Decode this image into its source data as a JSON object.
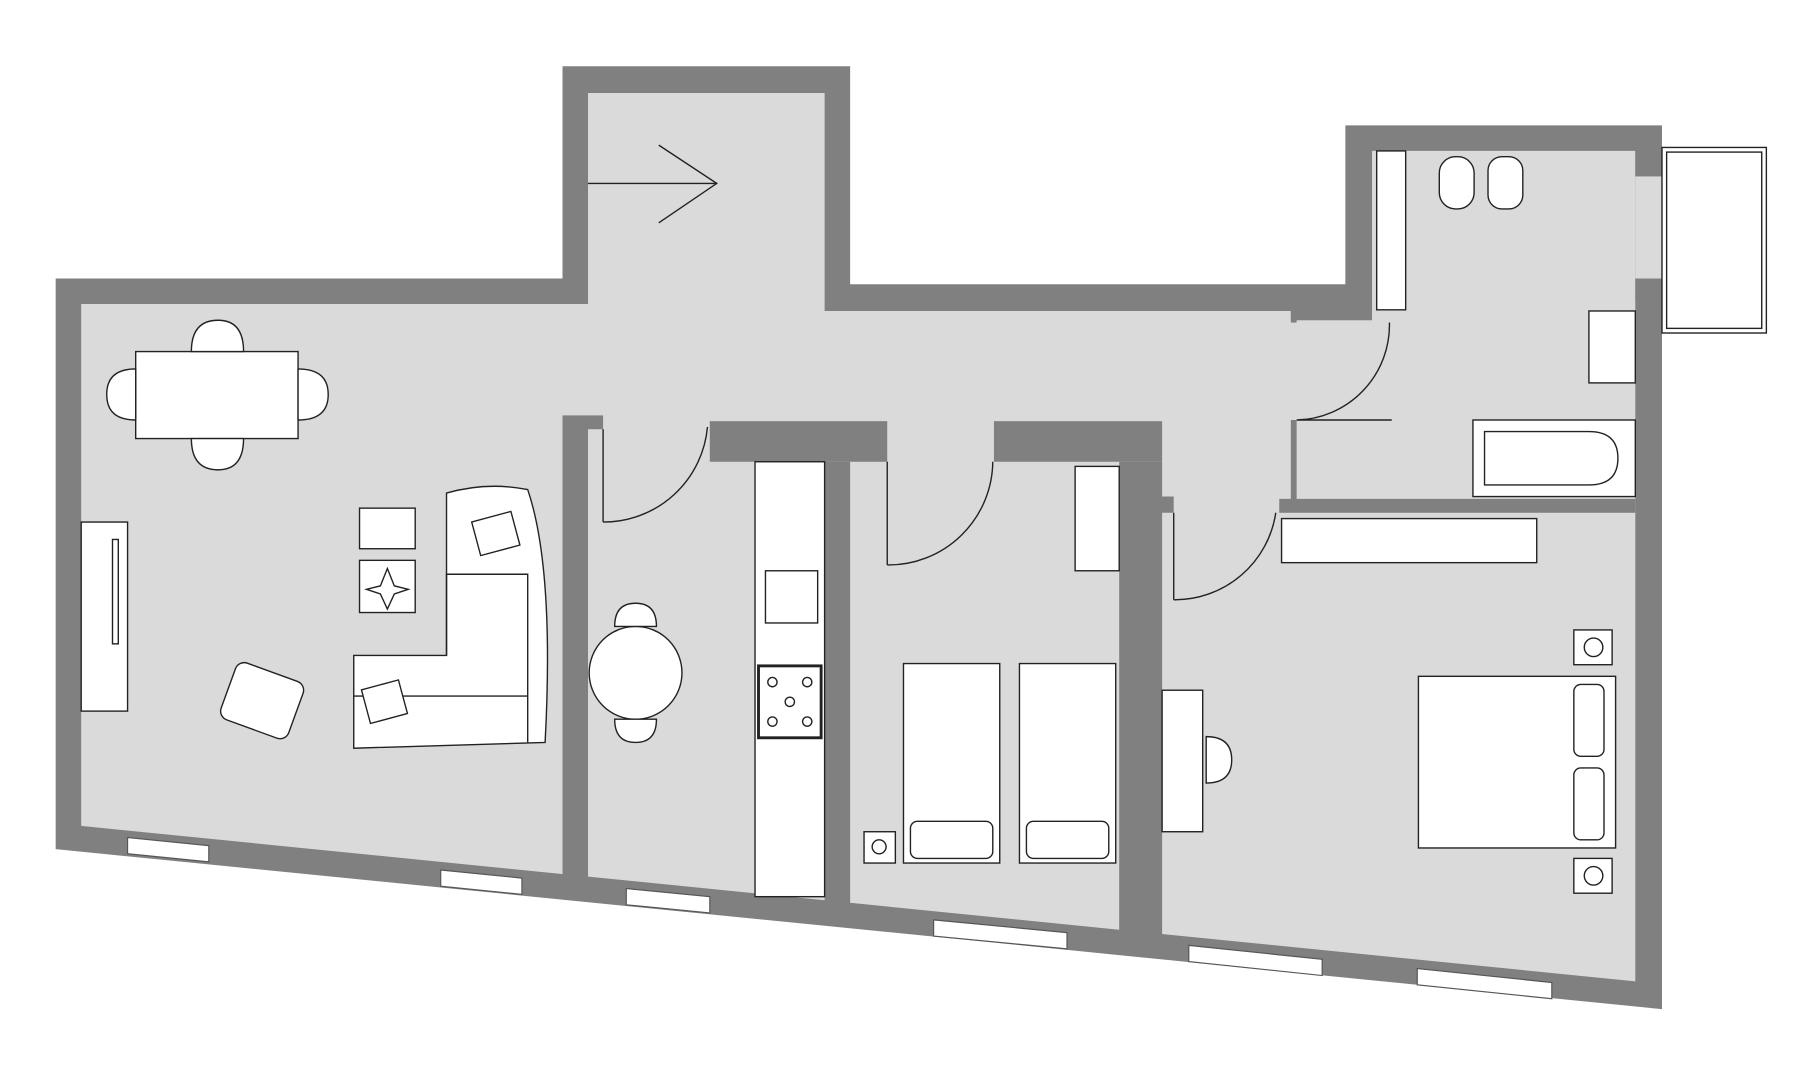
{
  "plan": {
    "colors": {
      "wall": "#808080",
      "floor": "#dadada",
      "furniture": "#ffffff",
      "background": "#ffffff"
    },
    "rooms": [
      "entrance-hall",
      "living-dining",
      "kitchen",
      "twin-bedroom",
      "master-bedroom",
      "bathroom",
      "balcony"
    ]
  }
}
